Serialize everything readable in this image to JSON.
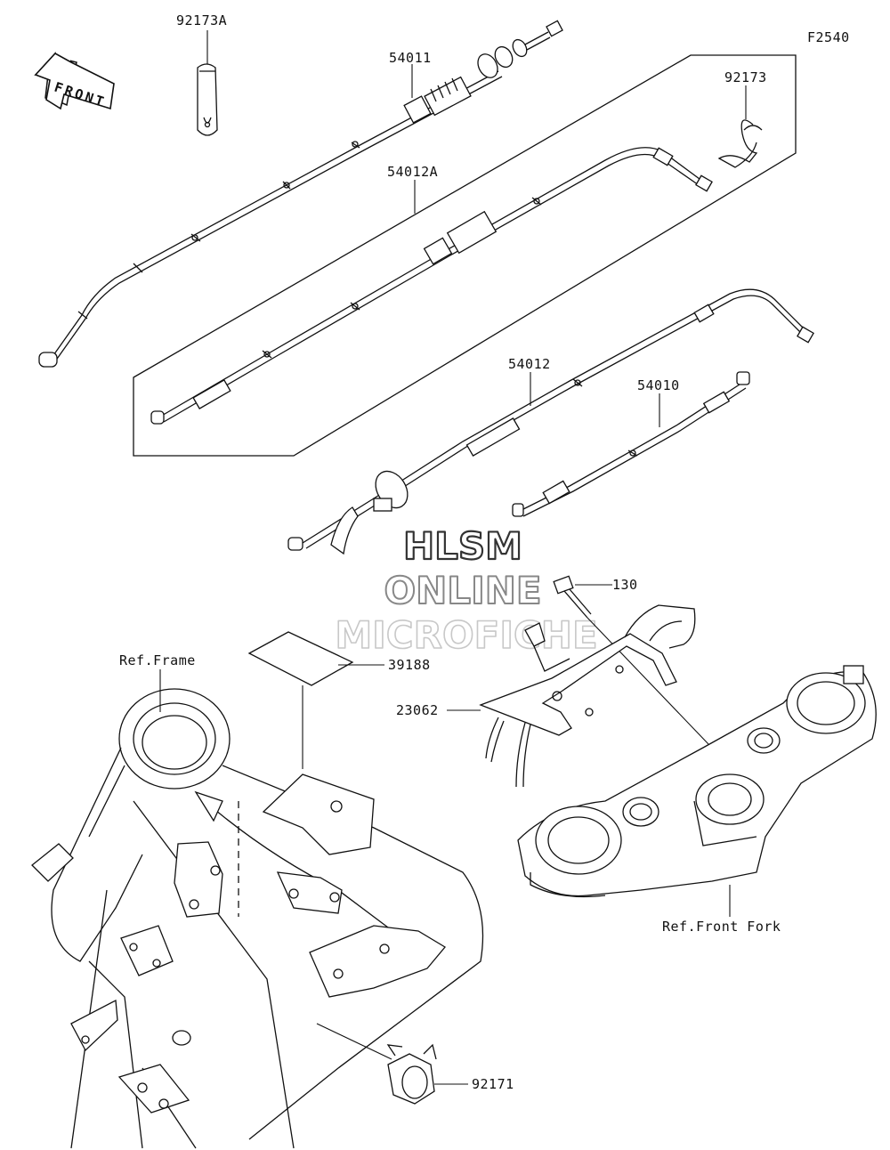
{
  "figure_code": "F2540",
  "front_label": "FRONT",
  "watermark": {
    "line1": "HLSM",
    "line2": "ONLINE",
    "line3": "MICROFICHE",
    "color1": "#333333",
    "color2": "#888888",
    "color3": "#c8c8c8"
  },
  "parts": {
    "p92173A": "92173A",
    "p54011": "54011",
    "p92173": "92173",
    "p54012A": "54012A",
    "p54012": "54012",
    "p54010": "54010",
    "p130": "130",
    "p39188": "39188",
    "p23062": "23062",
    "p92171": "92171"
  },
  "references": {
    "frame": "Ref.Frame",
    "front_fork": "Ref.Front Fork"
  }
}
